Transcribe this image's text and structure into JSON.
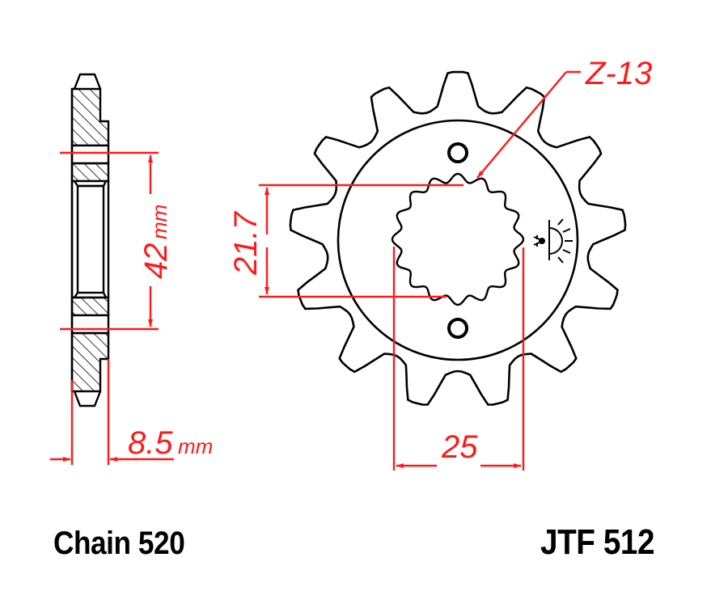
{
  "diagram": {
    "title": "Front sprocket technical drawing",
    "side_view": {
      "hub_diameter_label": "42",
      "hub_diameter_unit": "mm",
      "thickness_label": "8.5",
      "thickness_unit": "mm"
    },
    "front_view": {
      "teeth_label": "Z-13",
      "spline_height_label": "21.7",
      "spline_width_label": "25",
      "bolt_holes": 2,
      "icon": "lamp-sun-icon"
    },
    "chain_label": "Chain 520",
    "part_number": "JTF 512",
    "colors": {
      "outline": "#000000",
      "dimension": "#ff1a1a",
      "background": "#ffffff"
    }
  }
}
